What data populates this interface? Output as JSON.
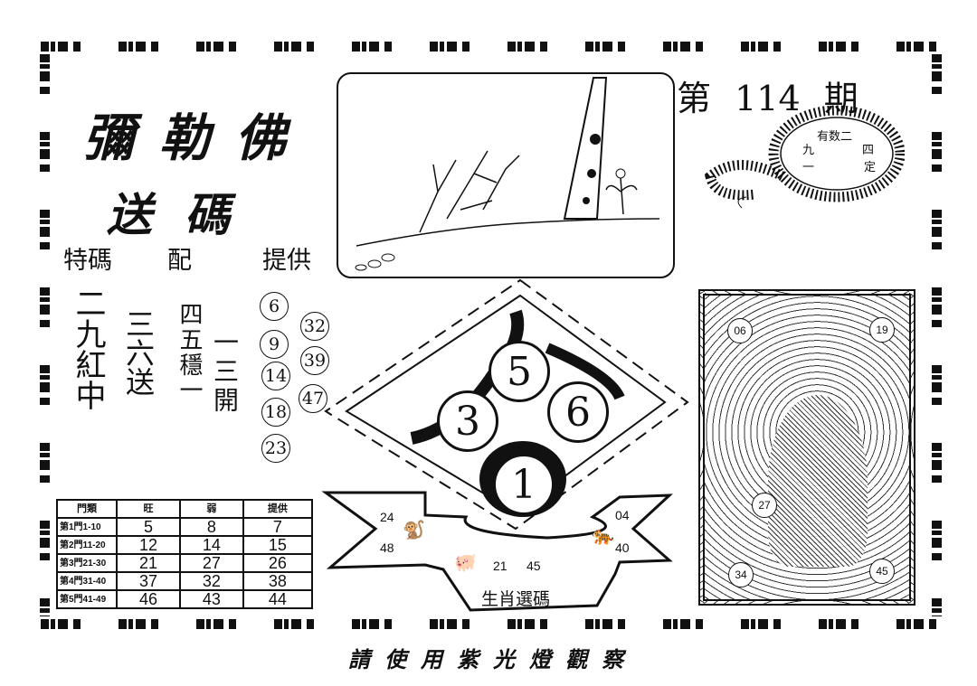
{
  "title": {
    "line1": "彌勒佛",
    "line2": "送碼"
  },
  "issue": {
    "prefix": "第",
    "number": "114",
    "suffix": "期"
  },
  "bead_text": {
    "top": "有数二",
    "left": "九",
    "right": "四",
    "bottom_left": "一",
    "bottom_right": "定"
  },
  "headers": {
    "special": "特碼",
    "match": "配",
    "provide": "提供"
  },
  "columns": {
    "col1": "二九紅中",
    "col2": "三六送",
    "col3": "四五穩一",
    "col4": "一三開"
  },
  "circled_numbers": {
    "left": [
      "6",
      "9",
      "14",
      "18",
      "23"
    ],
    "right": [
      "32",
      "39",
      "47"
    ]
  },
  "diamond_balls": [
    "5",
    "3",
    "6",
    "1"
  ],
  "table": {
    "headers": [
      "門類",
      "旺",
      "弱",
      "提供"
    ],
    "rows": [
      {
        "label": "第1門1-10",
        "values": [
          "5",
          "8",
          "7"
        ]
      },
      {
        "label": "第2門11-20",
        "values": [
          "12",
          "14",
          "15"
        ]
      },
      {
        "label": "第3門21-30",
        "values": [
          "21",
          "27",
          "26"
        ]
      },
      {
        "label": "第4門31-40",
        "values": [
          "37",
          "32",
          "38"
        ]
      },
      {
        "label": "第5門41-49",
        "values": [
          "46",
          "43",
          "44"
        ]
      }
    ]
  },
  "zodiac_banner": {
    "title": "生肖選碼",
    "left_numbers": [
      "24",
      "48"
    ],
    "center_numbers": [
      "21",
      "45"
    ],
    "right_numbers": [
      "04",
      "40"
    ]
  },
  "buddha_numbers": [
    "06",
    "19",
    "27",
    "34",
    "45"
  ],
  "footer": "請使用紫光燈觀察"
}
